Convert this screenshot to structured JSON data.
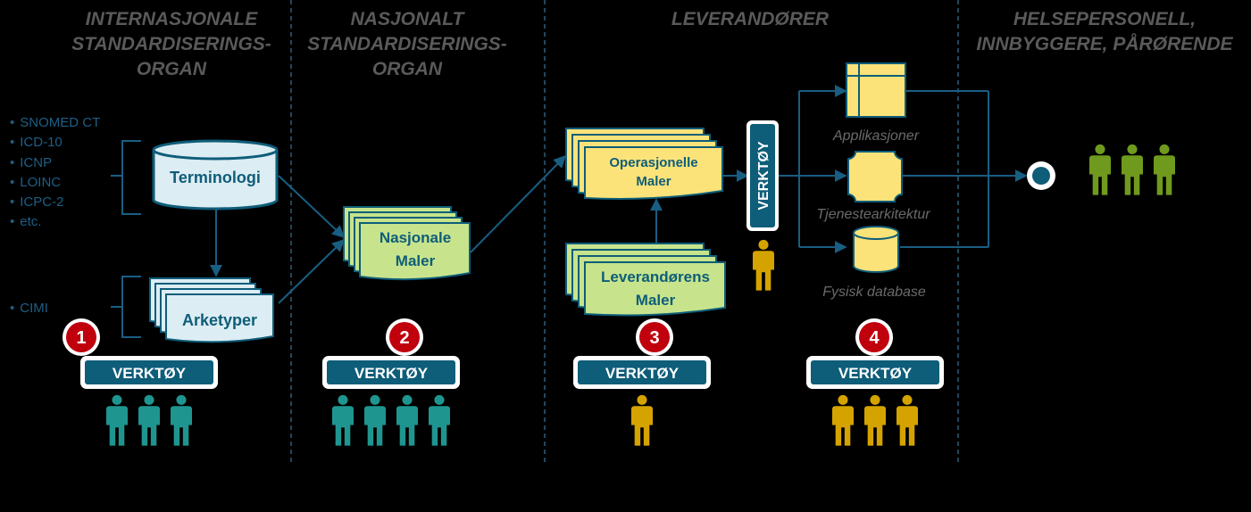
{
  "columns": [
    {
      "id": "international",
      "title_lines": [
        "INTERNASJONALE",
        "STANDARDISERINGS-",
        "ORGAN"
      ]
    },
    {
      "id": "national",
      "title_lines": [
        "NASJONALT",
        "STANDARDISERINGS-",
        "ORGAN"
      ]
    },
    {
      "id": "suppliers",
      "title_lines": [
        "LEVERANDØRER"
      ]
    },
    {
      "id": "users",
      "title_lines": [
        "HELSEPERSONELL,",
        "INNBYGGERE, PÅRØRENDE"
      ]
    }
  ],
  "terminology_list": [
    "SNOMED CT",
    "ICD-10",
    "ICNP",
    "LOINC",
    "ICPC-2",
    "etc."
  ],
  "archetype_list": [
    "CIMI"
  ],
  "nodes": {
    "terminologi": "Terminologi",
    "arketyper": "Arketyper",
    "nasjonale_maler": [
      "Nasjonale",
      "Maler"
    ],
    "operasjonelle_maler": [
      "Operasjonelle",
      "Maler"
    ],
    "leverandorens_maler": [
      "Leverandørens",
      "Maler"
    ]
  },
  "tool_label": "VERKTØY",
  "vertical_tool_label": "VERKTØY",
  "steps": [
    {
      "number": "1",
      "people": 3,
      "color": "#1f9590"
    },
    {
      "number": "2",
      "people": 4,
      "color": "#1f9590"
    },
    {
      "number": "3",
      "people": 1,
      "color": "#d5a300"
    },
    {
      "number": "4",
      "people": 3,
      "color": "#d5a300"
    }
  ],
  "outputs": [
    "Applikasjoner",
    "Tjenestearkitektur",
    "Fysisk database"
  ],
  "end_users": {
    "people": 3,
    "color": "#6f9a1e"
  },
  "colors": {
    "dark_teal": "#0e5d79",
    "cylinder_fill": "#dcedf3",
    "green_doc": "#c7e48c",
    "yellow_doc": "#fbe37a",
    "step_red": "#c0000d",
    "arrow": "#195e82",
    "header_gray": "#5a5a5a"
  }
}
